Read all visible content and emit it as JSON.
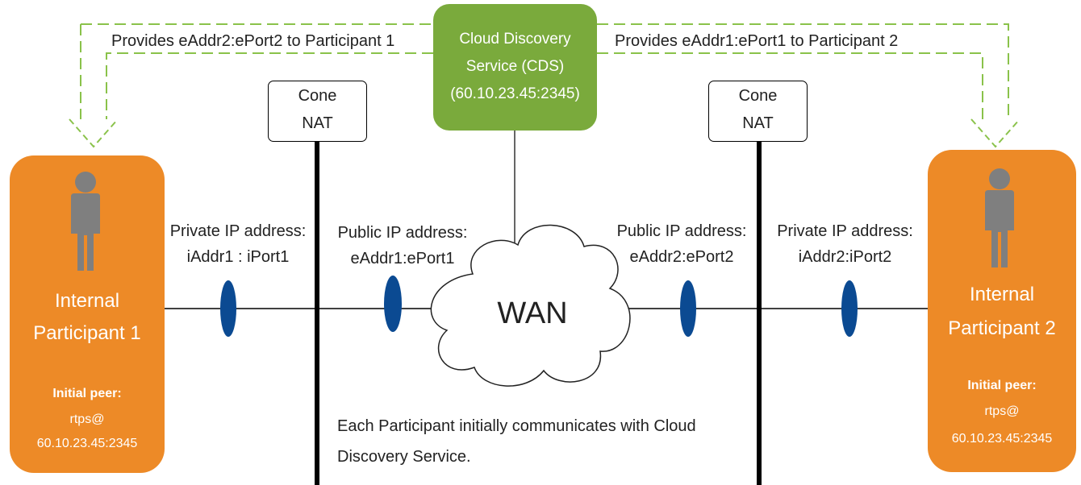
{
  "cds": {
    "line1": "Cloud Discovery",
    "line2": "Service (CDS)",
    "line3": "(60.10.23.45:2345)",
    "color": "#7aaa3c"
  },
  "arrows": {
    "left_text": "Provides eAddr2:ePort2 to Participant 1",
    "right_text": "Provides eAddr1:ePort1 to Participant 2",
    "color": "#8ac24a"
  },
  "nat_left": {
    "line1": "Cone",
    "line2": "NAT"
  },
  "nat_right": {
    "line1": "Cone",
    "line2": "NAT"
  },
  "participant1": {
    "line1": "Internal",
    "line2": "Participant 1",
    "peer_label": "Initial peer:",
    "peer_line1": "rtps@",
    "peer_line2": "60.10.23.45:2345",
    "color": "#ed8a27"
  },
  "participant2": {
    "line1": "Internal",
    "line2": "Participant 2",
    "peer_label": "Initial peer:",
    "peer_line1": "rtps@",
    "peer_line2": "60.10.23.45:2345",
    "color": "#ed8a27"
  },
  "addresses": {
    "private1_line1": "Private IP address:",
    "private1_line2": "iAddr1 : iPort1",
    "public1_line1": "Public IP address:",
    "public1_line2": "eAddr1:ePort1",
    "public2_line1": "Public IP address:",
    "public2_line2": "eAddr2:ePort2",
    "private2_line1": "Private IP address:",
    "private2_line2": "iAddr2:iPort2"
  },
  "wan": {
    "label": "WAN"
  },
  "note": {
    "line1": "Each Participant initially communicates with Cloud",
    "line2": "Discovery Service."
  },
  "colors": {
    "endpoint": "#0b4a92",
    "line": "#000000",
    "person": "#7f7f7f"
  }
}
